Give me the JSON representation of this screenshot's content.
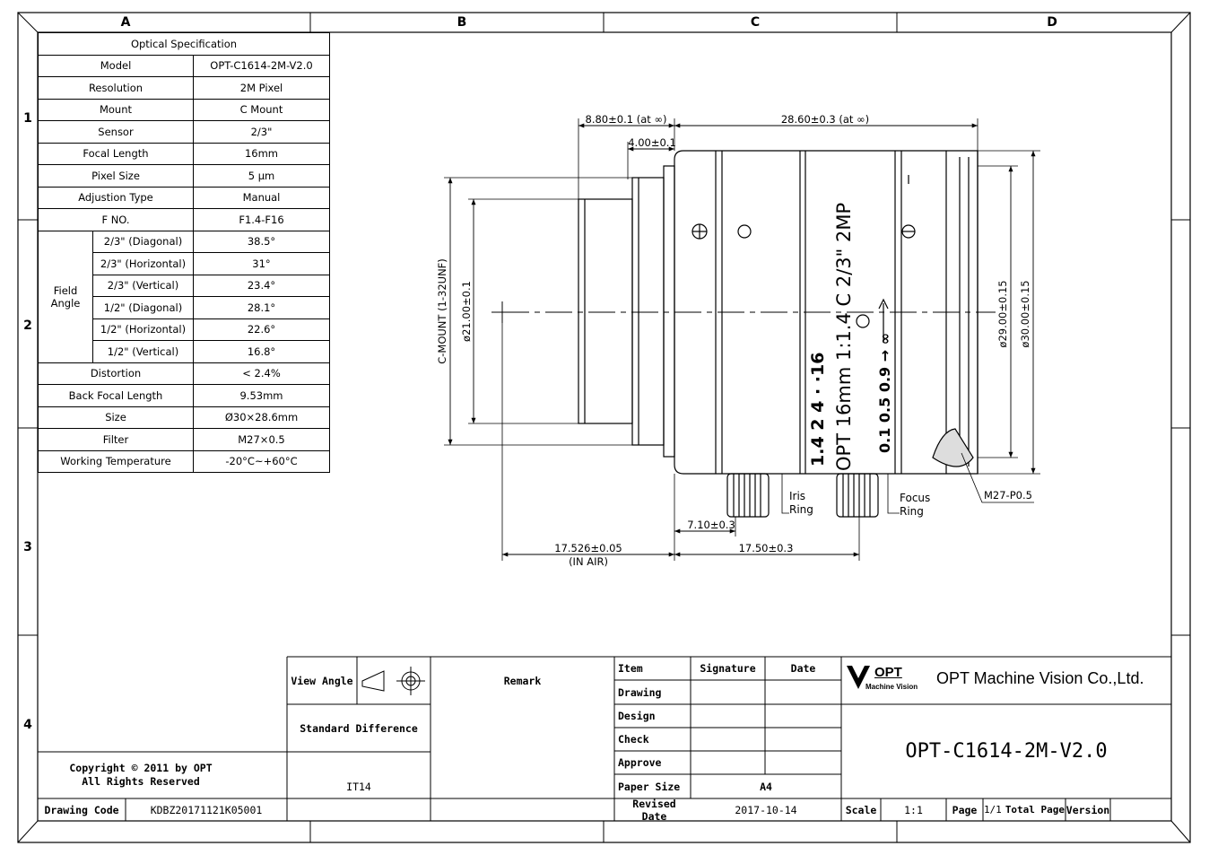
{
  "zones": {
    "columns": [
      "A",
      "B",
      "C",
      "D"
    ],
    "rows": [
      "1",
      "2",
      "3",
      "4"
    ]
  },
  "spec_table": {
    "title": "Optical Specification",
    "rows": [
      {
        "label": "Model",
        "value": "OPT-C1614-2M-V2.0"
      },
      {
        "label": "Resolution",
        "value": "2M Pixel"
      },
      {
        "label": "Mount",
        "value": "C Mount"
      },
      {
        "label": "Sensor",
        "value": "2/3\""
      },
      {
        "label": "Focal Length",
        "value": "16mm"
      },
      {
        "label": "Pixel Size",
        "value": "5 μm"
      },
      {
        "label": "Adjustion Type",
        "value": "Manual"
      },
      {
        "label": "F NO.",
        "value": "F1.4-F16"
      }
    ],
    "field_angle_label": "Field Angle",
    "field_angle_rows": [
      {
        "label": "2/3\"  (Diagonal)",
        "value": "38.5°"
      },
      {
        "label": "2/3\"  (Horizontal)",
        "value": "31°"
      },
      {
        "label": "2/3\"  (Vertical)",
        "value": "23.4°"
      },
      {
        "label": "1/2\"  (Diagonal)",
        "value": "28.1°"
      },
      {
        "label": "1/2\"  (Horizontal)",
        "value": "22.6°"
      },
      {
        "label": "1/2\"  (Vertical)",
        "value": "16.8°"
      }
    ],
    "rows_after": [
      {
        "label": "Distortion",
        "value": "< 2.4%"
      },
      {
        "label": "Back Focal Length",
        "value": "9.53mm"
      },
      {
        "label": "Size",
        "value": "Ø30×28.6mm"
      },
      {
        "label": "Filter",
        "value": "M27×0.5"
      },
      {
        "label": "Working Temperature",
        "value": "-20°C~+60°C"
      }
    ]
  },
  "drawing": {
    "dims": {
      "d1": "8.80±0.1 (at ∞)",
      "d2": "28.60±0.3 (at ∞)",
      "d3": "4.00±0.1",
      "d4": "C-MOUNT (1-32UNF)",
      "d5": "ø21.00±0.1",
      "d6": "ø29.00±0.15",
      "d7": "ø30.00±0.15",
      "d8": "7.10±0.3",
      "d9": "17.526±0.05",
      "d10": "(IN AIR)",
      "d11": "17.50±0.3"
    },
    "callouts": {
      "iris": "Iris\nRing",
      "focus": "Focus\nRing",
      "thread": "M27-P0.5"
    },
    "engraving": {
      "iris_scale": "1.4  2   4 · ·16",
      "name": "OPT 16mm 1:1.4 C 2/3\" 2MP",
      "focus_scale": "0.1  0.5  0.9  →  ∞"
    }
  },
  "title_block": {
    "view_angle": "View Angle",
    "remark": "Remark",
    "standard_difference": "Standard Difference",
    "tolerance": "IT14",
    "copyright": "Copyright © 2011 by OPT\nAll Rights Reserved",
    "drawing_code_label": "Drawing Code",
    "drawing_code": "KDBZ20171121K05001",
    "item": "Item",
    "signature": "Signature",
    "date": "Date",
    "drawing": "Drawing",
    "design": "Design",
    "check": "Check",
    "approve": "Approve",
    "paper_size_label": "Paper Size",
    "paper_size": "A4",
    "revised_date_label": "Revised Date",
    "revised_date": "2017-10-14",
    "logo_text": "OPT",
    "logo_sub": "Machine Vision",
    "company": "OPT Machine Vision Co.,Ltd.",
    "part_number": "OPT-C1614-2M-V2.0",
    "scale_label": "Scale",
    "scale": "1:1",
    "page_label": "Page",
    "page": "1/1",
    "total_page_label": "Total Page",
    "version_label": "Version"
  }
}
